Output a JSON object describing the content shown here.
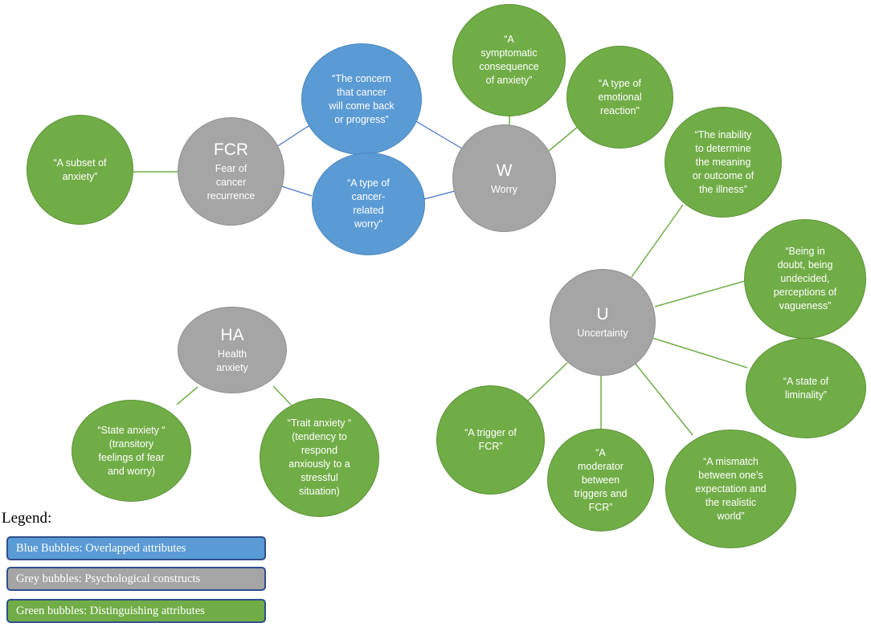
{
  "colors": {
    "green": "#71ad47",
    "grey": "#a5a5a5",
    "blue": "#5b9bd5",
    "blue_line": "#4472c4",
    "green_line": "#70ad47"
  },
  "constructs": {
    "fcr": {
      "abbr": "FCR",
      "name": "Fear of\ncancer\nrecurrence"
    },
    "w": {
      "abbr": "W",
      "name": "Worry"
    },
    "ha": {
      "abbr": "HA",
      "name": "Health\nanxiety"
    },
    "u": {
      "abbr": "U",
      "name": "Uncertainty"
    }
  },
  "overlapped": {
    "concern": "“The concern\nthat cancer\nwill come back\nor progress”",
    "cancer_related_worry": "“A type of\ncancer-\nrelated\nworry\""
  },
  "distinguishing": {
    "subset_anxiety": "“A subset of\nanxiety”",
    "symptomatic": "“A\nsymptomatic\nconsequence\nof anxiety”",
    "emotional_reaction": "“A type of\nemotional\nreaction\"",
    "inability": "“The inability\nto determine\nthe meaning\nor outcome of\nthe illness”",
    "doubt": "“Being in\ndoubt, being\nundecided,\nperceptions of\nvagueness”",
    "liminality": "“A state of\nliminality”",
    "mismatch": "“A mismatch\nbetween one’s\nexpectation and\nthe realistic\nworld”",
    "moderator": "“A\nmoderator\nbetween\ntriggers and\nFCR”",
    "trigger": "“A trigger of\nFCR”",
    "state_anxiety": "“State anxiety “\n(transitory\nfeelings of fear\nand worry)",
    "trait_anxiety": "“Trait anxiety “\n(tendency to\nrespond\nanxiously to a\nstressful\nsituation)"
  },
  "legend": {
    "title": "Legend:",
    "blue": "Blue Bubbles: Overlapped attributes",
    "grey": "Grey bubbles: Psychological constructs",
    "green": "Green bubbles: Distinguishing attributes"
  }
}
